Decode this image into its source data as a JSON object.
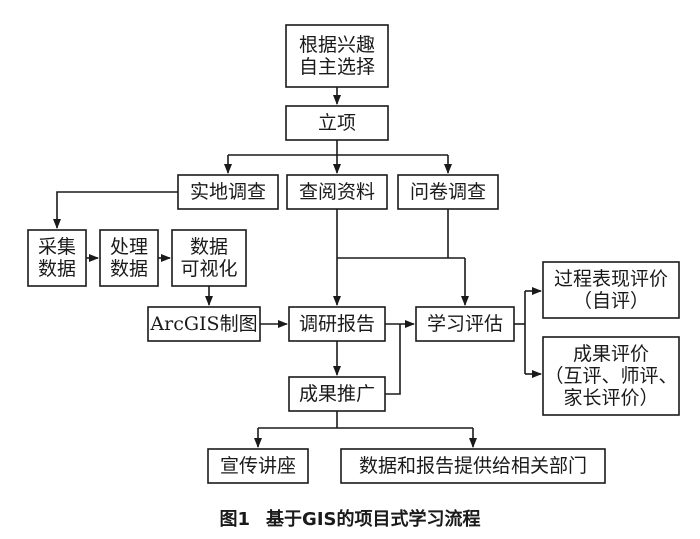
{
  "nodes": [
    {
      "id": "choose",
      "lines": [
        "根据兴趣",
        "自主选择"
      ]
    },
    {
      "id": "project",
      "lines": [
        "立项"
      ]
    },
    {
      "id": "field",
      "lines": [
        "实地调查"
      ]
    },
    {
      "id": "lookup",
      "lines": [
        "查阅资料"
      ]
    },
    {
      "id": "survey",
      "lines": [
        "问卷调查"
      ]
    },
    {
      "id": "collect",
      "lines": [
        "采集",
        "数据"
      ]
    },
    {
      "id": "process",
      "lines": [
        "处理",
        "数据"
      ]
    },
    {
      "id": "visual",
      "lines": [
        "数据",
        "可视化"
      ]
    },
    {
      "id": "arcgis",
      "lines": [
        "ArcGIS制图"
      ]
    },
    {
      "id": "report",
      "lines": [
        "调研报告"
      ]
    },
    {
      "id": "evaluate",
      "lines": [
        "学习评估"
      ]
    },
    {
      "id": "procEval",
      "lines": [
        "过程表现评价",
        "（自评）"
      ]
    },
    {
      "id": "resultEval",
      "lines": [
        "成果评价",
        "（互评、师评、",
        "家长评价）"
      ]
    },
    {
      "id": "promote",
      "lines": [
        "成果推广"
      ]
    },
    {
      "id": "lecture",
      "lines": [
        "宣传讲座"
      ]
    },
    {
      "id": "share",
      "lines": [
        "数据和报告提供给相关部门"
      ]
    }
  ],
  "caption": {
    "label": "图1",
    "text": "基于GIS的项目式学习流程"
  }
}
